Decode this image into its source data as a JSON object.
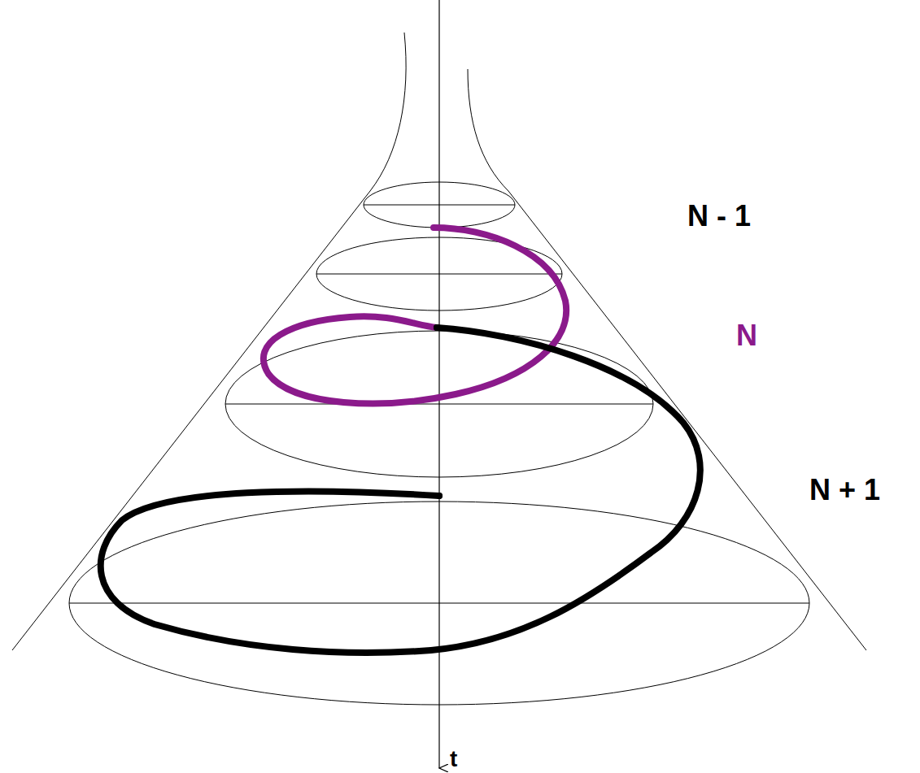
{
  "diagram": {
    "labels": [
      "N - 1",
      "N",
      "N + 1",
      "t"
    ]
  }
}
